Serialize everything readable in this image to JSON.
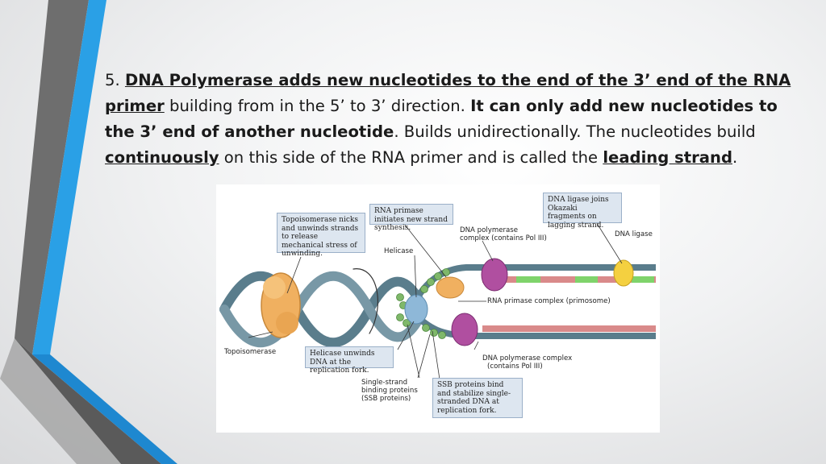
{
  "slide": {
    "paragraph": {
      "t1": "5. ",
      "b1": "DNA Polymerase adds new nucleotides to the end of the 3’ end of the RNA primer",
      "t2": " building from in the 5’ to 3’ direction. ",
      "b2": "It can only add new nucleotides to the 3’ end of another nucleotide",
      "t3": ". Builds unidirectionally. The nucleotides build ",
      "b3": "continuously",
      "t4": " on this side of the RNA primer and is called the ",
      "b4": "leading strand",
      "t5": "."
    }
  },
  "diagram": {
    "boxes": {
      "topo_note": "Topoisomerase nicks and unwinds strands to release mechanical stress of unwinding.",
      "primase_note": "RNA primase initiates new strand synthesis.",
      "ligase_note": "DNA ligase joins Okazaki fragments on lagging strand.",
      "helicase_note": "Helicase unwinds DNA at the replication fork.",
      "ssb_note": "SSB proteins bind and stabilize single-stranded DNA at replication fork."
    },
    "labels": {
      "helicase": "Helicase",
      "topoisomerase": "Topoisomerase",
      "polymerase_top_1": "DNA polymerase",
      "polymerase_top_2": "complex (contains Pol III)",
      "dna_ligase": "DNA ligase",
      "primase_complex": "RNA primase complex (primosome)",
      "polymerase_bottom_1": "DNA polymerase complex",
      "polymerase_bottom_2": "(contains Pol III)",
      "ssb_1": "Single-strand",
      "ssb_2": "binding proteins",
      "ssb_3": "(SSB proteins)"
    },
    "colors": {
      "dna_backbone": "#5a7d8c",
      "new_strand": "#d98a8a",
      "primer": "#7fd36b",
      "topoisomerase": "#f0b060",
      "polymerase": "#b04fa0",
      "ligase": "#f4d040",
      "ssb": "#7fb86a",
      "box_fill": "#dde6f0"
    }
  }
}
